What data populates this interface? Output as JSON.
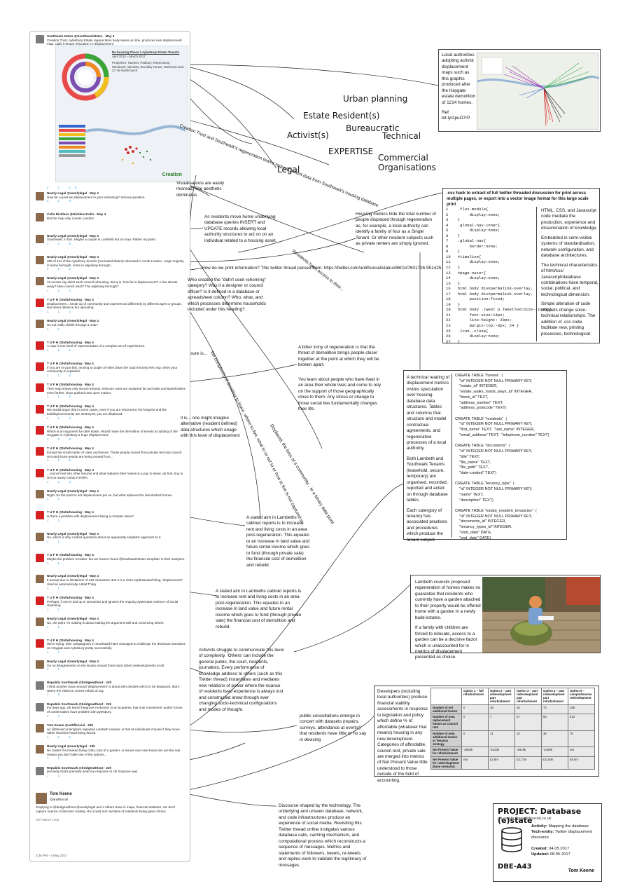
{
  "twitter": {
    "head_tweet": {
      "author": "Southwark Notes @SouthwarkNotes · May 3",
      "text": "Creation Trust, Aylesbury Estate regeneration body saves us time, produces own displacement map. Calls it tenant relocation i.e displacement",
      "counts": "4   1   15"
    },
    "hero": {
      "title": "Re-housing Phase 1 Aylesbury Estate Tenants",
      "dates": "April 2013 – March 2017",
      "properties": "Properties: Taunton, Padbury, Ravenstone, Wendover, Winslow, Brockley House, Wolverton and 27-76 Northchurch",
      "caption": "Creation"
    },
    "tweets": [
      {
        "hd": "Nearly Legal @nearlylegal · May 4",
        "t": "How far counts as displacement in your reckoning? Serious question.",
        "c": "1   1   3",
        "av": "brown"
      },
      {
        "hd": "Colin Nickless @NicklessColin · May 4",
        "t": "But the map only counts London!",
        "c": "",
        "av": "brown"
      },
      {
        "hd": "Nearly Legal @nearlylegal · May 4",
        "t": "Southwark, in fact. Maybe a couple in Lambeth but on map. Rather my point.",
        "c": "1   1   2",
        "av": "brown"
      },
      {
        "hd": "Nearly Legal @nearlylegal · May 4",
        "t": "395 of 411 of the Aylesbury tenants (not leaseholders) rehoused in south London. Large majority in same borough, some in adjoining borough.",
        "c": "1   1   2",
        "av": "brown"
      },
      {
        "hd": "Nearly Legal @nearlylegal · May 4",
        "t": "15 across city didn't seek council rehousing. But q is, how far is displacement? A few streets away? New council ward? The adjoining borough?",
        "c": "1   1   4",
        "av": "brown"
      },
      {
        "hd": "T U F H @tufarhousing · May 4",
        "t": "Displacement = break up of community and experienced differently by different ages or groups. Not about distance but uprooting.",
        "c": "1   1   3",
        "av": "red"
      },
      {
        "hd": "Nearly Legal @nearlylegal · May 4",
        "t": "So not really visible through a map?",
        "c": "1   1",
        "av": "brown"
      },
      {
        "hd": "T U F H @tufarhousing · May 4",
        "t": "A map is one level of representation of a complex set of experiences.",
        "c": "1   1   1",
        "av": "red"
      },
      {
        "hd": "T U F H @tufarhousing · May 4",
        "t": "If you are in your 80s, moving a couple of miles down the road is lonely hell, esp. when your community is exploded.",
        "c": "1   1   3",
        "av": "red"
      },
      {
        "hd": "T U F H @tufarhousing · May 4",
        "t": "Then map shows only secure tenants, insecure ones are scattered far and wide and leaseholders even farther, since pushed onto open market.",
        "c": "1   1   2",
        "av": "red"
      },
      {
        "hd": "T U F H @tufarhousing · May 4",
        "t": "We would argue that in some cases, even if you are returned to the footprint and the building/community are destroyed, you are displaced.",
        "c": "1   1   4",
        "av": "red"
      },
      {
        "hd": "T U F H @tufarhousing · May 4",
        "t": "Which is an argument for utter stasis. Would make the demolition of streets & building of the Heygate or Aylesbury a huge displacement.",
        "c": "1   1   3",
        "av": "red"
      },
      {
        "hd": "T U F H @tufarhousing · May 4",
        "t": "Except the small matter of class and tenure. Those people moved from private rent into council rent and those people are being moved from...",
        "c": "1   1   4",
        "av": "red"
      },
      {
        "hd": "T U F H @tufarhousing · May 4",
        "t": "...council rent into other tenures and what replaces their homes is a pay to leave, air bnb, buy to rent or luxury condo HYDRA.",
        "c": "1   1   4",
        "av": "red"
      },
      {
        "hd": "Nearly Legal @nearlylegal · May 4",
        "t": "Right. So the point is not displacement per se, but what replaces the demolished homes.",
        "c": "1   1",
        "av": "brown"
      },
      {
        "hd": "T U F H @tufarhousing · May 4",
        "t": "Is there a problem with displacement being a complex issue?",
        "c": "1   1",
        "av": "red"
      },
      {
        "hd": "Nearly Legal @nearlylegal · May 4",
        "t": "No, which is why I asked questions about an apparently simplistic approach to it.",
        "c": "1   1",
        "av": "brown"
      },
      {
        "hd": "T U F H @tufarhousing · May 4",
        "t": "Maybe the problem is twitter, but we haven't found @SouthwarkNotes simplistic in their analyses.",
        "c": "1   1",
        "av": "red"
      },
      {
        "hd": "Nearly Legal @nearlylegal · May 4",
        "t": "It accept due to limitations of 140 characters. But it is a more sophisticated thing, 'displacement' cited as automatically a Bad Thing.",
        "c": "1   1",
        "av": "brown"
      },
      {
        "hd": "T U F H @tufarhousing · May 4",
        "t": "Perhaps, if one is tied up in semantics and ignores the ongoing systematic violence of social cleansing.",
        "c": "1   1",
        "av": "red"
      },
      {
        "hd": "Nearly Legal @nearlylegal · May 4",
        "t": "No, the point I'm making is about making the argument well and convincing others.",
        "c": "1   1",
        "av": "brown"
      },
      {
        "hd": "T U F H @tufarhousing · May 4",
        "t": "We're trying. IMO campaigners in Southwark have managed to challenge the dominant narratives on Heygate and Aylesbury pretty successfully.",
        "c": "1   1",
        "av": "red"
      },
      {
        "hd": "Nearly Legal @nearlylegal · May 4",
        "t": "On no disagreement on the issues around those (and other) redevelopments at all.",
        "c": "1   1",
        "av": "brown"
      },
      {
        "hd": "Republic Southwark @bridgewithout · 23h",
        "t": "I think another issue around 'displacement' is about who decides who's to be displaced, that's where the violence comes in/lack of say.",
        "c": "1   1",
        "av": "grey"
      },
      {
        "hd": "Republic Southwark @bridgewithout · 23h",
        "t": "the days ago, cllr barrie hargrove 'reckoned' to an academic that only 'investment' and/or forces of conservatism have problem with aylesbury.",
        "c": "1   1",
        "av": "grey"
      },
      {
        "hd": "Tom Keene @antiflsocial · 23h",
        "t": "wc @SteveCunningham repeated Lambeth memes: is that its individuals choose if they move rather that their hand being forced.",
        "c": "1   1   1",
        "av": "brown"
      },
      {
        "hd": "Nearly Legal @nearlylegal · 23h",
        "t": "No matter if increased living costs, lack of a garden, or issues over new tenancies are the real reason you don't take one of the options...",
        "c": "1   1",
        "av": "brown"
      },
      {
        "hd": "Republic Southwark @bridgewithout · 23h",
        "t": "precisely that's precisely what my response to cllr hargrove was",
        "c": "1   1",
        "av": "grey"
      }
    ],
    "last": {
      "name": "Tom Keene",
      "handle": "@antiflsocial",
      "text": "#replying to @bridgewithout @nearlylegal and 4 others issue is maps, financial statistics, etc don't capture nuance of decision making. Bro (cast) sub narrative of residents being given choice",
      "stats": "RETWEET  LIKE",
      "time": "3:35 PM - 4 May 2017"
    }
  },
  "headings": {
    "urban_planning": "Urban planning",
    "estate_residents": "Estate Resident(s)",
    "bureaucratic": "Bureaucratic",
    "technical": "Technical",
    "activists": "Activist(s)",
    "expertise": "EXPERTISE",
    "commercial": "Commercial\nOrganisations",
    "legal": "Legal"
  },
  "notes": {
    "visualisations": "Visualisations are easily misread. The aesthetic dominates",
    "as_residents": "As residents move home underlying database queries INSERT and UPDATE records allowing local authority structures to act on on an individual related to a housing asset.",
    "housing_metrics": "Housing metrics hide the total number of people displaced through regeneration as, for example, a local authority can identify a family of four as a Single Tenant. Or other resident subjects such as private renters are simply ignored.",
    "how_print": "How do we print information? This twitter thread parsed from: https://twitter.com/antiflsocial/status/860147601726      951425",
    "who_created": "Who created the \"didn't seek rehoming\" category? Was it a designer or council officer? Is it defined in a database or spreadsheet column? Who, what, and which processes determine households included under this heading?",
    "sure_is": "sure is...",
    "bitter_irony": "A bitter irony of regeneration is that the threat of demolition brings people closer together at the point at which they will be broken apart.",
    "you_learn": "You learn about people who have lived in an area their whole lives and come to rely on the support of those geographically close to them. Any stress or change to those social ties fundamentally changes their life.",
    "it_is": "it is... one might imagine alternative (resident defined) data structures which enage with this level of displacement",
    "stated_aim_1": "A stated aim in Lambeths cabinet reports is to increase rent and living costs in an area post-regeneration. This equates to an increase in land value and future rental income which goes to fund (through private sale) the financial cost of demolition and rebuild.",
    "stated_aim_2": "A stated aim in Lambeths cabinet reports is to increase rent and living costs in an area post-regeneration. This equates to an increase in land value and future rental income which goes to fund (through private sale) the financial cost of demolition and rebuild.",
    "activists_struggle": "Activists struggle to communicate this level of complexity. 'Others' can include the general public, the court, residents, journalists. Every performance of knowledge address to others (such as this Twitter thread) instantiates and mediates new relations of power where the nuance of residents lived experience is always lost and constructed anew through ever changing socio-technical configurations and modes of thought.",
    "public_consult": "public consultations emerge in concert with datasets (repairs, surveys, attendance at events) that residents have little or no say in devising",
    "local_auth": "Local authorities adopting activist displacement maps such as this graphic produced after the Haygate estate demolition of 1214 homes.",
    "ref": "Ref. bit.ly/2puO7rP",
    "tech_reading": "A technical reading of displacement metrics invites speculation over housing database data structures. Tables and columns that structure and model contractual agreements, and regenerative processes of a local authority.",
    "both_lambeth": "Both Lambeth and Southwark Tenants (leasehold, secure, temporary) are organised, recorded, reported and acted on through database tables.",
    "each_category": "Each catergory of tenancy has associated practices and procedures which produce the tenant subject.",
    "lambeth_councils": "Lambeth councils proposed regeneration of homes makes no guarantee that residents who currently have a garden attached to their property would be offered  home with a garden in a newly build estates.",
    "if_family": "If a family with children are forced to relocate, access to a garden can be a decisive factor which is unaccounted for in metrics of displacement presented as choice.",
    "developers": "Developers (including local authorities) produce financial stability assessments in response to legislation and policy which define % of affordable (whatever that means) housing in any new development. Categories of affordable, council rent, private sale are merged into metrics of Net Present Value little understood to those outside of the field of accounting.",
    "discourse": "Discourse shaped by the technology. The underlying and unseen database, network, and code infrastructures produce an experience of social media. Revisiting this Twitter thread online instigates various database calls, caching mechanism, and computational process which reconstructs a sequence of messages. Metrics and statements of followers, tweets, re-tweets and replies work to validate the legitimacy of messages."
  },
  "rotated": {
    "creation_trust": "Creation Trust and Southwark's regeneration teams request tenant data from Southwark's housing database",
    "residents_have": "Residents have access to their...",
    "the_complexity": "the complexity of deciding to leave, where to live, what to or not to or how to live is not captured in...",
    "displaced_footnote": "Displaced, the lives of a community... to a binary data point"
  },
  "css_box": {
    "title": ".css hack to extract of full twitter threaded discussion for print across multiple pages, or export into a vector image format for this large scale print",
    "code": "1    .flex-module{\n2         display:none;\n3    }\n4    .global-nav-inner{\n5         display:none;\n6    }\n7    .global-nav{\n8         border:none;\n9    }\n10   #timeline{\n11        display:none;\n12   }\n13   #page-outer{\n14        display:none;\n15   }\n16   html body div#permalink-overlay,\n17   html body div#permalink-overlay,\n18        position:fixed;\n19   }\n20   html body .tweet p.TweetTextSize--jumbo{\n21        font-size:14px;\n22        line-height: 20px;\n23        margin-top:-8px; 24 }\n25   .Icon--close{\n26        display:none;\n27   }",
    "side1": "HTML, CSS, and Javascript code mediate the production, experience and dissemination of knowledge.",
    "side2": "Embedded in semi-visible systems of standardisation, network configuration, and database architectures.",
    "side3": "The technical characteristics of html/css/ Javascript/database combinations have temporal, social, political, and technological dimension.",
    "side4": "Simple alteration of code snippets change socio-technical relationships. The addition of .css code facilitate new, printing processes, technological"
  },
  "sql": "CREATE TABLE \"homes\"  (\n    \"id\" INTEGER NOT NULL PRIMARY KEY,\n    \"estate_id\" INTEGER,\n    \"estate_walks_roads_ways_id\" INTEGER,\n    \"block_id\" TEXT,\n    \"address_number\" TEXT,\n    \"address_postcode\" TEXT)\n\nCREATE TABLE \"residents\"  (\n    \"id\" INTEGER NOT NULL PRIMARY KEY,\n    \"first_name\" TEXT,  \"last_name\" INTEGER,\n    \"email_address\" TEXT,  \"telephone_number\" TEXT)\n\nCREATE TABLE \"documents\"  (\n    \"id\" INTEGER NOT NULL PRIMARY KEY,\n    \"title\" TEXT,\n    \"file_name\" TEXT,\n    \"file_path\" TEXT,\n    \"date-created\" TEXT)\n\nCREATE TABLE \"tenancy_type\"  (\n    \"id\" INTEGER NOT NULL PRIMARY KEY,\n    \"name\" TEXT,\n    \"description\" TEXT)\n\nCREATE TABLE \"estate_resident_tenancies\"  (\n    \"id\" INTEGER NOT NULL PRIMARY KEY,\n    \"documents_id\" INTEGER,\n    \"tenancy_types_id\" INTEGER,\n    \"start_date\" DATE,\n    \"end_date\" DATE)",
  "options_table": {
    "headers": [
      "",
      "Option 1 – full refurbishment",
      "Option 2 – part redevelopment part refurbishment",
      "Option 3 – part redevelopment part refurbishment",
      "Option 4 – part redevelopment part refurbishment",
      "Option 5 – comprehensive redevelopment"
    ],
    "rows": [
      [
        "Number of net additional homes",
        "0",
        "16",
        "20",
        "72",
        "156"
      ],
      [
        "Number of new, replacement homes at Council rent",
        "0",
        "7",
        "17",
        "60",
        "212"
      ],
      [
        "Number of new, additional homes at Tenancy strategy",
        "0",
        "11",
        "12",
        "36",
        "76"
      ],
      [
        "Net Present Value for refurbishment",
        "-£662k",
        "-£323k",
        "-£519k",
        "-£450k",
        "n/a"
      ],
      [
        "Net Present Value for redevelopment (base scenario)",
        "n/a",
        "£2.6m",
        "£3.17m",
        "£3.15m",
        "£8.0m"
      ]
    ]
  },
  "project": {
    "title": "PROJECT: Database (e)state",
    "url": "db-estate.theanthillsocial.co.uk",
    "activity_k": "Activity:",
    "activity_v": "Mapping the database",
    "tech_k": "Tech-entity:",
    "tech_v": "Twitter displacement discourse",
    "created_k": "Created:",
    "created_v": "04.05.2017",
    "updated_k": "Updated:",
    "updated_v": "08.05.2017",
    "code": "DBE-A43",
    "author": "Tom Keene"
  },
  "colors": {
    "accent_red": "#d42020",
    "twitter_blue": "#1da1f2",
    "line": "#222222"
  }
}
